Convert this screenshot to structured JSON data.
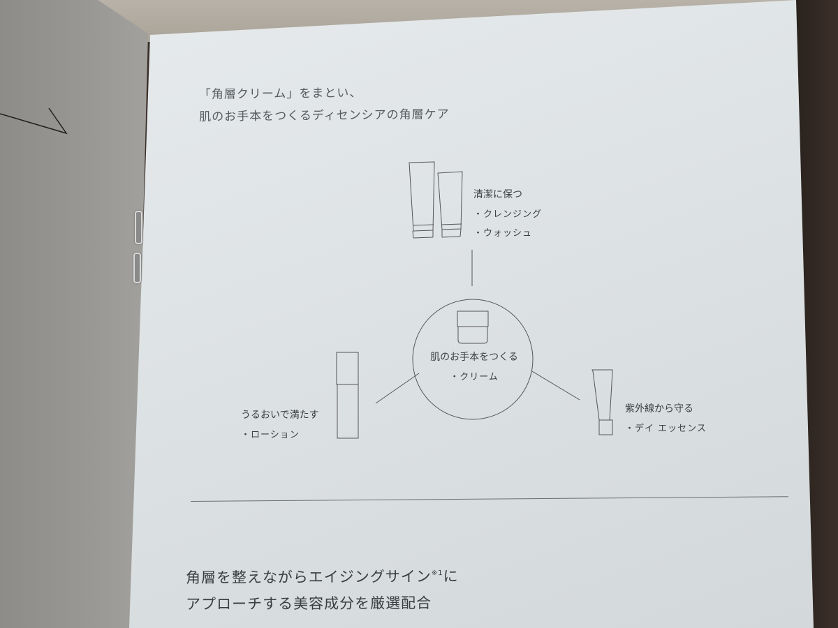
{
  "document": {
    "heading": {
      "line1": "「角層クリーム」をまとい、",
      "line2": "肌のお手本をつくるディセンシアの角層ケア"
    },
    "diagram": {
      "center": {
        "title": "肌のお手本をつくる",
        "items": [
          "・クリーム"
        ],
        "icon": "cream-jar-icon"
      },
      "top": {
        "title": "清潔に保つ",
        "items": [
          "・クレンジング",
          "・ウォッシュ"
        ],
        "icon": "tube-pair-icon"
      },
      "left": {
        "title": "うるおいで満たす",
        "items": [
          "・ローション"
        ],
        "icon": "lotion-bottle-icon"
      },
      "right": {
        "title": "紫外線から守る",
        "items": [
          "・デイ エッセンス"
        ],
        "icon": "small-tube-icon"
      }
    },
    "lead": {
      "line1_text": "角層を整えながらエイジングサイン",
      "line1_note": "※1",
      "line1_end": "に",
      "line2": "アプローチする美容成分を厳選配合"
    }
  },
  "colors": {
    "paper": "#e2e6e8",
    "ink": "#3c4043",
    "left_page": "#9a9894",
    "background": "#3a2f28"
  }
}
